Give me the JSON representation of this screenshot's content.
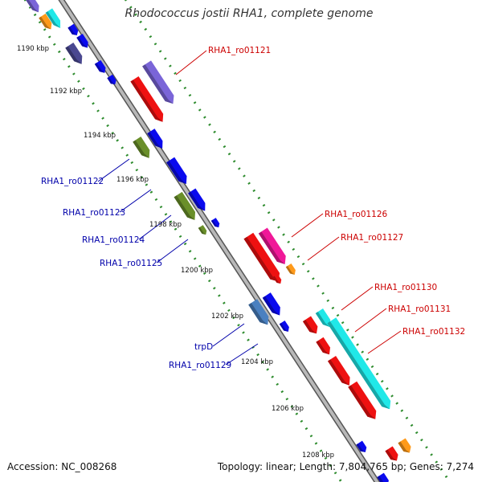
{
  "title": "Rhodococcus jostii RHA1, complete genome",
  "accession": "Accession: NC_008268",
  "topology": "Topology: linear; Length: 7,804,765 bp; Genes: 7,274",
  "ticks": [
    "1190 kbp",
    "1192 kbp",
    "1194 kbp",
    "1196 kbp",
    "1198 kbp",
    "1200 kbp",
    "1202 kbp",
    "1204 kbp",
    "1206 kbp",
    "1208 kbp"
  ],
  "labels_right": [
    "RHA1_ro01121",
    "RHA1_ro01126",
    "RHA1_ro01127",
    "RHA1_ro01130",
    "RHA1_ro01131",
    "RHA1_ro01132"
  ],
  "labels_left": [
    "RHA1_ro01122",
    "RHA1_ro01123",
    "RHA1_ro01124",
    "RHA1_ro01125",
    "trpD",
    "RHA1_ro01129"
  ],
  "colors": {
    "right_label": "#cc0000",
    "left_label": "#0000aa",
    "backbone": "#8a8a8a",
    "dots": "#2d8b2d",
    "blue": "#0a0aee",
    "red": "#ee1111",
    "purple": "#7a65d8",
    "olive": "#6a8f2a",
    "cyan": "#20e8e8",
    "magenta": "#f01898",
    "orange": "#ff9a1a",
    "steel": "#4a80c0",
    "navy": "#4a4890"
  }
}
